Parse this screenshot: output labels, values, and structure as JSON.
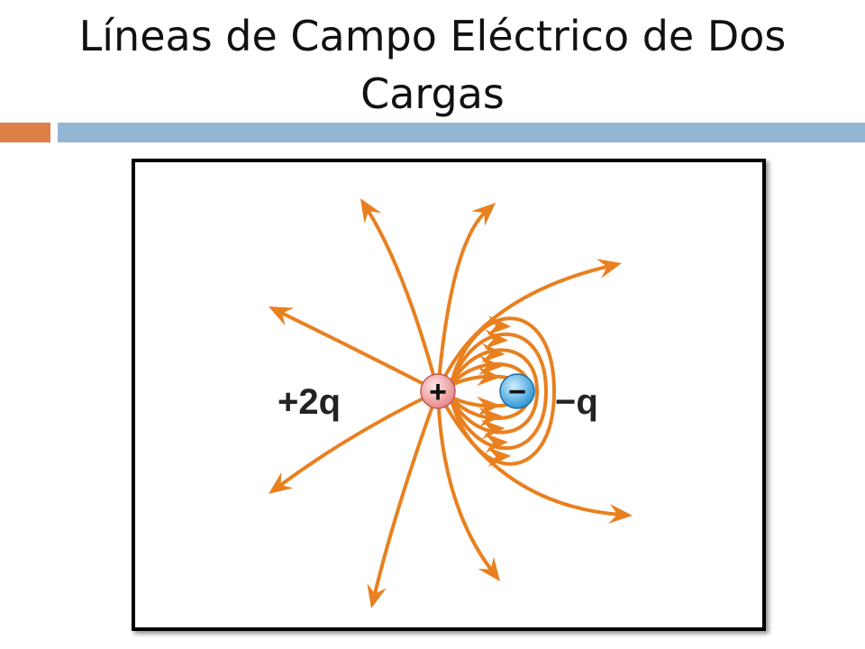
{
  "slide": {
    "title": "Líneas de Campo Eléctrico de Dos Cargas"
  },
  "colors": {
    "accent_orange": "#dd8047",
    "accent_blue": "#94b6d2",
    "field_line": "#e8801f",
    "positive_charge": "#f2a0a0",
    "negative_charge": "#5ab4e6"
  },
  "diagram": {
    "positive_charge": {
      "label": "+2q",
      "sign": "+"
    },
    "negative_charge": {
      "label": "−q",
      "sign": "−"
    }
  }
}
